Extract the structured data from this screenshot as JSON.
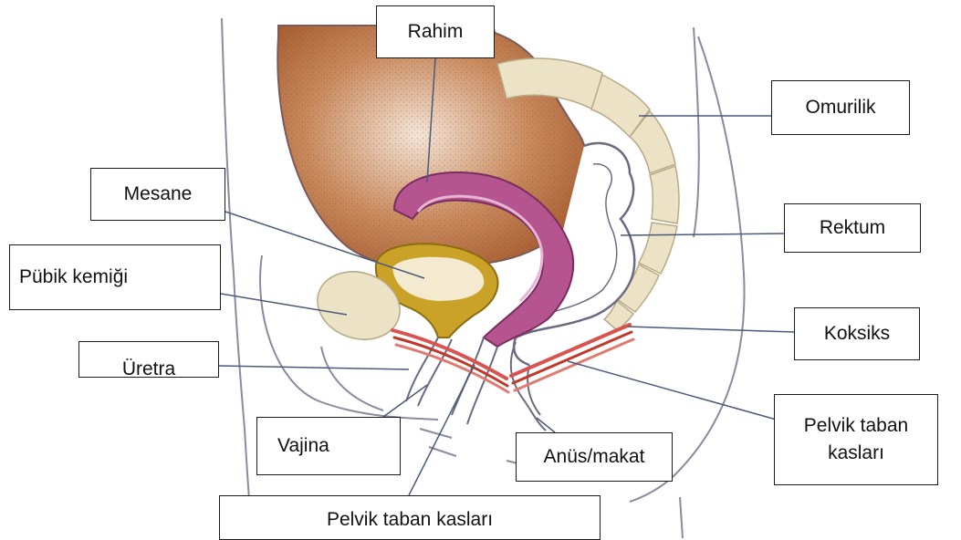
{
  "labels": {
    "rahim": "Rahim",
    "omurilik": "Omurilik",
    "mesane": "Mesane",
    "rektum": "Rektum",
    "pubik_kemigi": "Pübik kemiği",
    "koksiks": "Koksiks",
    "uretra": "Üretra",
    "vajina": "Vajina",
    "pelvik_taban_kaslari_right_line1": "Pelvik taban",
    "pelvik_taban_kaslari_right_line2": "kasları",
    "anus_makat": "Anüs/makat",
    "pelvik_taban_kaslari_bottom": "Pelvik taban kasları"
  },
  "colors": {
    "uterus_wall": "#b5548e",
    "bladder": "#c9a227",
    "bone": "#ece3c6",
    "muscle": "#d9534f",
    "background_tissue": "#c98a5e",
    "leader_line": "#4a5a7a",
    "outline": "#5a5a70"
  }
}
